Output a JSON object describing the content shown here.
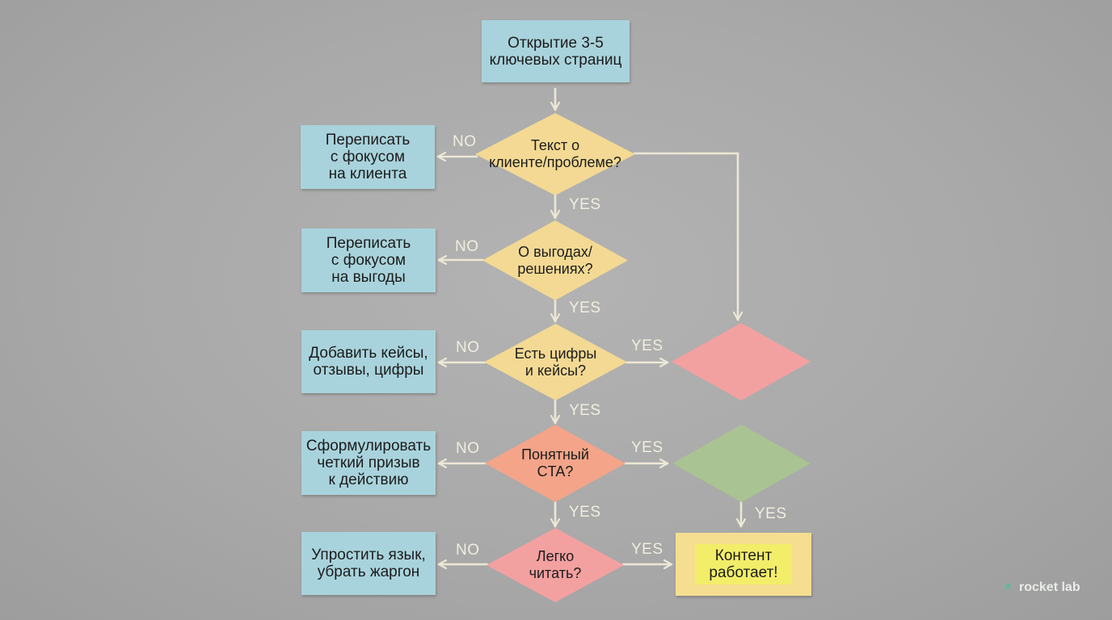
{
  "start": "Открытие 3-5\nключевых страниц",
  "questions": [
    "Текст о\nклиенте/проблеме?",
    "О выгодах/\nрешениях?",
    "Есть цифры\nи кейсы?",
    "Понятный\nCTA?",
    "Легко\nчитать?"
  ],
  "actions": [
    "Переписать\nс фокусом\nна клиента",
    "Переписать\nс фокусом\nна выгоды",
    "Добавить кейсы,\nотзывы, цифры",
    "Сформулировать\nчеткий призыв\nк действию",
    "Упростить язык,\nубрать жаргон"
  ],
  "yes_label": "YES",
  "no_label": "NO",
  "final": "Контент\nработает!",
  "logo": "rocket lab",
  "colors": {
    "chalk": "#ece8d6",
    "action_box": "#a9d3dc",
    "question_amber": "#f3d993",
    "question_peach": "#f3a489",
    "question_pink": "#f3a0a0",
    "side_diamond_pink": "#f3a0a0",
    "side_diamond_sage": "#a9c392",
    "final_box": "#f5de90",
    "final_highlight": "#f2ee6a",
    "logo_mark": "#5fb89b"
  }
}
